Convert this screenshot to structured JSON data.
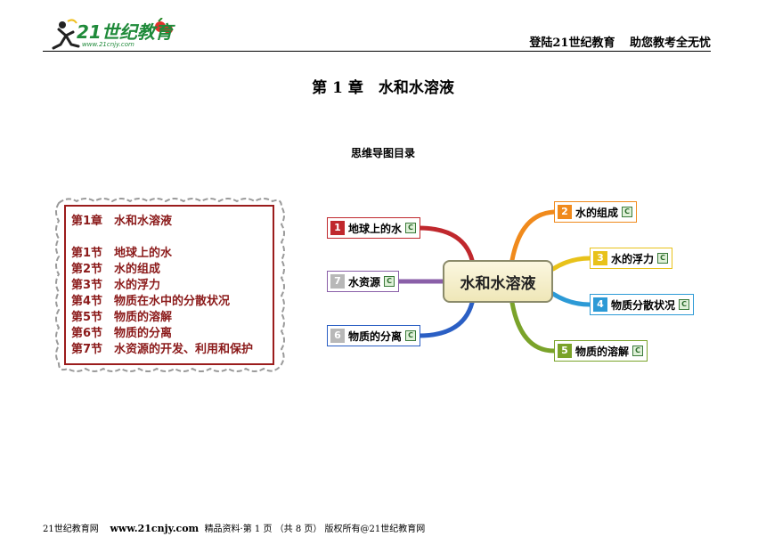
{
  "header": {
    "logo_text": "21世纪教育",
    "logo_url": "www.21cnjy.com",
    "slogan_left": "登陆21世纪教育",
    "slogan_right": "助您教考全无忧"
  },
  "chapter_title": "第 1 章　水和水溶液",
  "mindmap_title": "思维导图目录",
  "toc": {
    "chapter": "第1章　水和水溶液",
    "sections": [
      "第1节　地球上的水",
      "第2节　水的组成",
      "第3节　水的浮力",
      "第4节　物质在水中的分散状况",
      "第5节　物质的溶解",
      "第6节　物质的分离",
      "第7节　水资源的开发、利用和保护"
    ]
  },
  "mindmap": {
    "center": "水和水溶液",
    "nodes": [
      {
        "num": "1",
        "label": "地球上的水",
        "color": "#c0282d"
      },
      {
        "num": "2",
        "label": "水的组成",
        "color": "#f08a1c"
      },
      {
        "num": "3",
        "label": "水的浮力",
        "color": "#e8c21a"
      },
      {
        "num": "4",
        "label": "物质分散状况",
        "color": "#2c9ad6"
      },
      {
        "num": "5",
        "label": "物质的溶解",
        "color": "#7aa32a"
      },
      {
        "num": "6",
        "label": "物质的分离",
        "color": "#2b5fc4"
      },
      {
        "num": "7",
        "label": "水资源",
        "color": "#8a5fa8"
      }
    ],
    "c_icon": "C"
  },
  "footer": {
    "site": "21世纪教育网",
    "url": "www.21cnjy.com",
    "info": "精品资料·第 1 页 （共 8 页） 版权所有@21世纪教育网"
  }
}
